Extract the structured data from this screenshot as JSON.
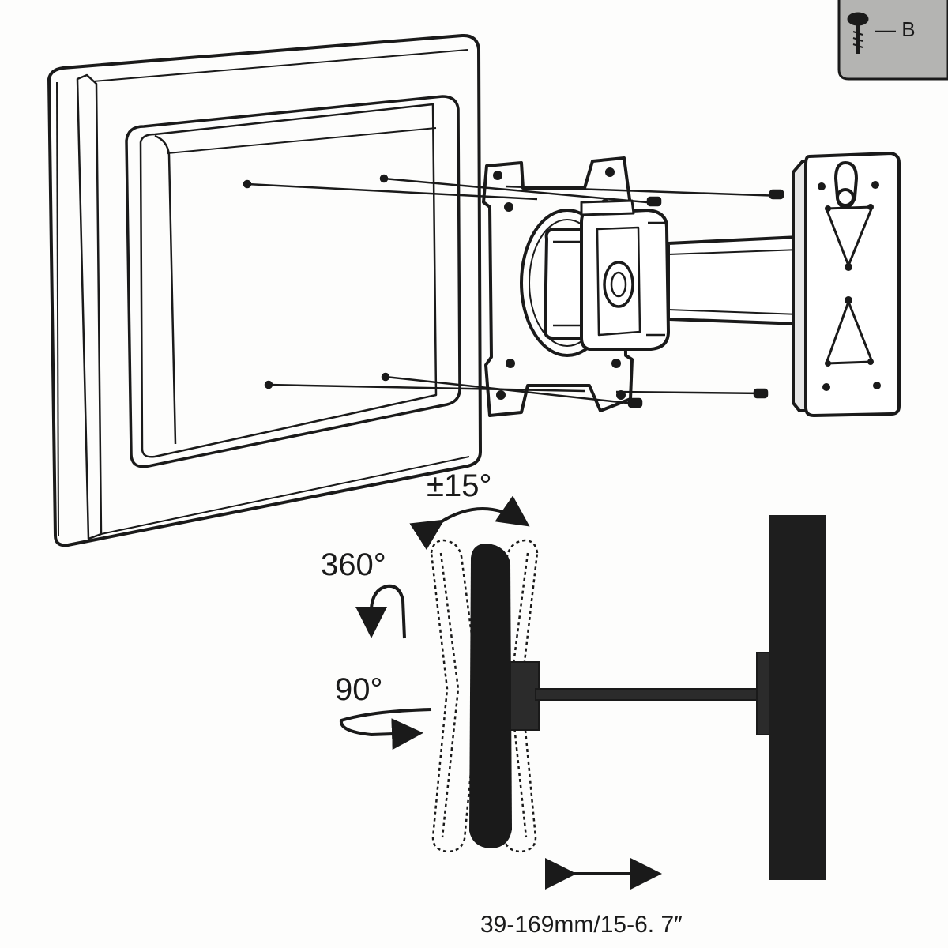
{
  "badge": {
    "text": "— B",
    "icon": "screw-icon"
  },
  "angles": {
    "tilt": "±15°",
    "rotate": "360°",
    "swivel": "90°"
  },
  "extension": "39-169mm/15-6. 7″",
  "colors": {
    "ink": "#1a1a1a",
    "paper": "#fdfdfc",
    "badge_bg": "#b4b4b2"
  }
}
